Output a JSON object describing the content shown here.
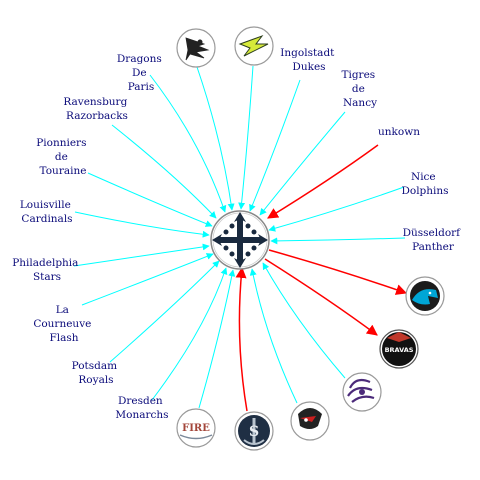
{
  "diagram": {
    "center_team": {
      "icon": "fleur-cross-icon"
    },
    "edge_colors": {
      "incoming": "#00ffff",
      "highlight": "#ff0000"
    },
    "labels": {
      "dragons": [
        "Dragons",
        "De",
        "Paris"
      ],
      "ingolstadt": [
        "Ingolstadt",
        "Dukes"
      ],
      "tigres": [
        "Tigres",
        "de",
        "Nancy"
      ],
      "unkown": [
        "unkown"
      ],
      "ravensburg": [
        "Ravensburg",
        "Razorbacks"
      ],
      "pionniers": [
        "Pionniers",
        "de",
        "Touraine"
      ],
      "nice": [
        "Nice",
        "Dolphins"
      ],
      "louisville": [
        "Louisville",
        "Cardinals"
      ],
      "dusseldorf": [
        "Düsseldorf",
        "Panther"
      ],
      "philadelphia": [
        "Philadelphia",
        "Stars"
      ],
      "courneuve": [
        "La",
        "Courneuve",
        "Flash"
      ],
      "potsdam": [
        "Potsdam",
        "Royals"
      ],
      "dresden": [
        "Dresden",
        "Monarchs"
      ]
    },
    "logos": {
      "griffin": {
        "icon": "griffin-logo-icon"
      },
      "bolt": {
        "icon": "lightning-bolt-logo-icon"
      },
      "panther": {
        "icon": "panther-logo-icon"
      },
      "braves": {
        "icon": "braves-logo-icon",
        "text": "BRAVAS"
      },
      "storm": {
        "icon": "storm-swirl-logo-icon"
      },
      "raider": {
        "icon": "raider-mascot-logo-icon"
      },
      "anchor": {
        "icon": "anchor-s-logo-icon",
        "text": "S"
      },
      "fire": {
        "icon": "fire-logo-icon",
        "text": "FIRE"
      }
    }
  }
}
